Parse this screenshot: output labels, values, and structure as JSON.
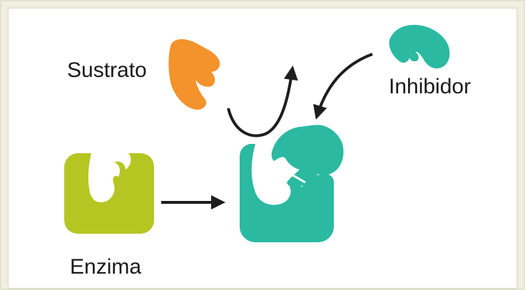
{
  "diagram": {
    "labels": {
      "substrate": "Sustrato",
      "inhibitor": "Inhibidor",
      "enzyme": "Enzima"
    },
    "colors": {
      "substrate": "#f4922c",
      "inhibitor": "#2bb9a2",
      "enzyme": "#b5c623",
      "enzyme_inhibited": "#2bb9a2",
      "arrow": "#1e1e1e",
      "background": "#ecebdc",
      "panel": "#ffffff"
    }
  }
}
